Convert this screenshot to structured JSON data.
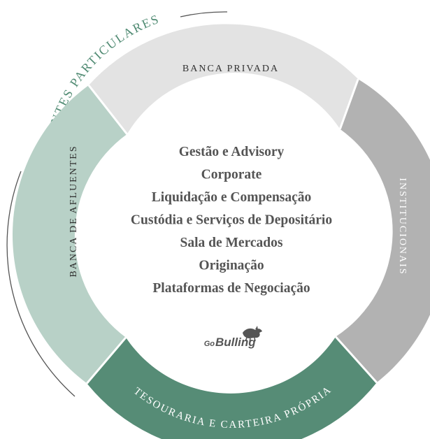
{
  "outer_arc": {
    "label": "CLIENTES PARTICULARES",
    "color": "#4f8a72"
  },
  "segments": [
    {
      "id": "banca-privada",
      "label": "BANCA PRIVADA",
      "color": "#e3e3e3",
      "text_color": "#333333"
    },
    {
      "id": "institucionais",
      "label": "INSTITUCIONAIS",
      "color": "#b2b2b2",
      "text_color": "#ffffff"
    },
    {
      "id": "tesouraria",
      "label": "TESOURARIA E CARTEIRA PRÓPRIA",
      "color": "#568c76",
      "text_color": "#ffffff"
    },
    {
      "id": "banca-afluentes",
      "label": "BANCA DE AFLUENTES",
      "color": "#b8d1c7",
      "text_color": "#2e2e2e"
    }
  ],
  "center": {
    "lines": [
      "Gestão e Advisory",
      "Corporate",
      "Liquidação e Compensação",
      "Custódia e Serviços de Depositário",
      "Sala de Mercados",
      "Originação",
      "Plataformas de Negociação"
    ],
    "logo": {
      "prefix": "Go",
      "name": "Bulling",
      "icon": "bull-icon"
    }
  }
}
